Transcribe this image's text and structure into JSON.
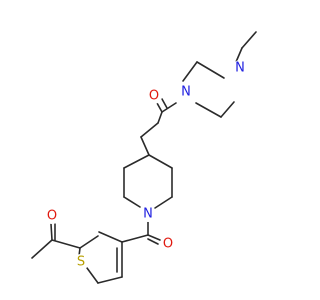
{
  "molecule": {
    "colors": {
      "bond": "#2b2b2b",
      "oxygen": "#e0190f",
      "nitrogen": "#2020e0",
      "sulfur": "#b8a000",
      "background": "#ffffff"
    },
    "atoms": {
      "o1": {
        "symbol": "O",
        "element": "oxygen"
      },
      "o2": {
        "symbol": "O",
        "element": "oxygen"
      },
      "o3": {
        "symbol": "O",
        "element": "oxygen"
      },
      "n1": {
        "symbol": "N",
        "element": "nitrogen"
      },
      "n2": {
        "symbol": "N",
        "element": "nitrogen"
      },
      "n3": {
        "symbol": "N",
        "element": "nitrogen"
      },
      "s1": {
        "symbol": "S",
        "element": "sulfur"
      }
    }
  }
}
